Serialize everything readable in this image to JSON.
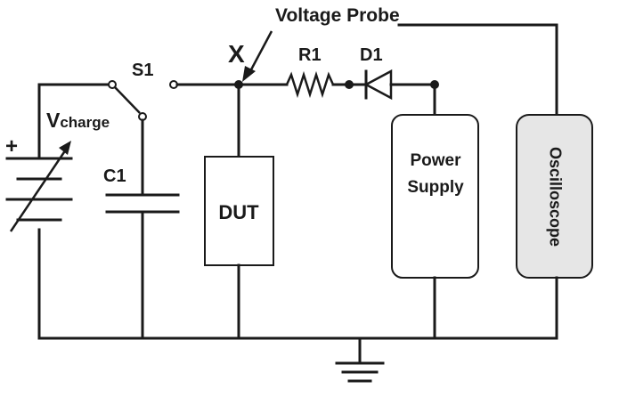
{
  "diagram": {
    "probe_label": "Voltage Probe",
    "node_x_label": "X",
    "switch_label": "S1",
    "resistor_label": "R1",
    "diode_label": "D1",
    "vcharge_main": "V",
    "vcharge_sub": "charge",
    "plus_label": "+",
    "capacitor_label": "C1",
    "dut_label": "DUT",
    "power_supply_line1": "Power",
    "power_supply_line2": "Supply",
    "oscilloscope_label": "Oscilloscope"
  },
  "colors": {
    "ink": "#1a1a1a",
    "oscilloscope_fill": "#e6e6e6",
    "background": "#ffffff"
  }
}
